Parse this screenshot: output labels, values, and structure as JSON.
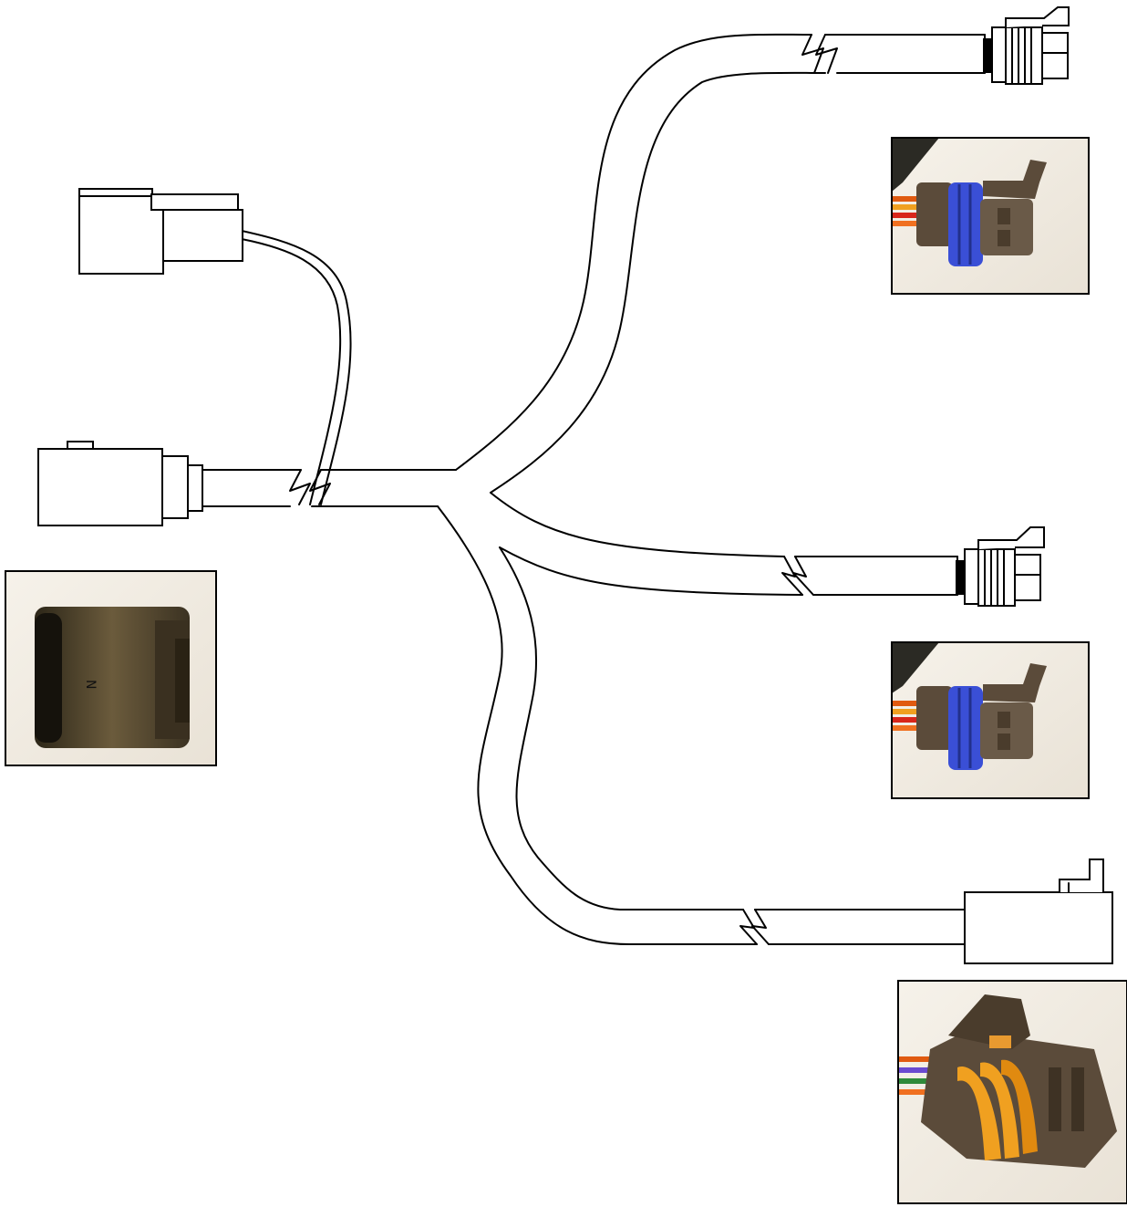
{
  "diagram": {
    "type": "wiring-harness",
    "connectors": [
      {
        "id": "left-upper",
        "kind": "plug-2-stage"
      },
      {
        "id": "left-main",
        "kind": "multi-pin"
      },
      {
        "id": "right-top",
        "kind": "sealed-3-way"
      },
      {
        "id": "right-middle",
        "kind": "sealed-3-way"
      },
      {
        "id": "right-bottom",
        "kind": "latched-housing"
      }
    ],
    "photos": [
      {
        "id": "main-connector",
        "seal_color": "#2a2a2a",
        "body_color": "#5a4a30"
      },
      {
        "id": "top-connector",
        "seal_color": "#3a4fd6",
        "body_color": "#5b4b3a"
      },
      {
        "id": "middle-connector",
        "seal_color": "#3a4fd6",
        "body_color": "#5b4b3a"
      },
      {
        "id": "bottom-connector",
        "seal_color": "#f0a020",
        "body_color": "#5b4b3a"
      }
    ],
    "colors": {
      "line": "#000000",
      "background": "#ffffff",
      "photo_bg": "#f1ece4"
    }
  }
}
